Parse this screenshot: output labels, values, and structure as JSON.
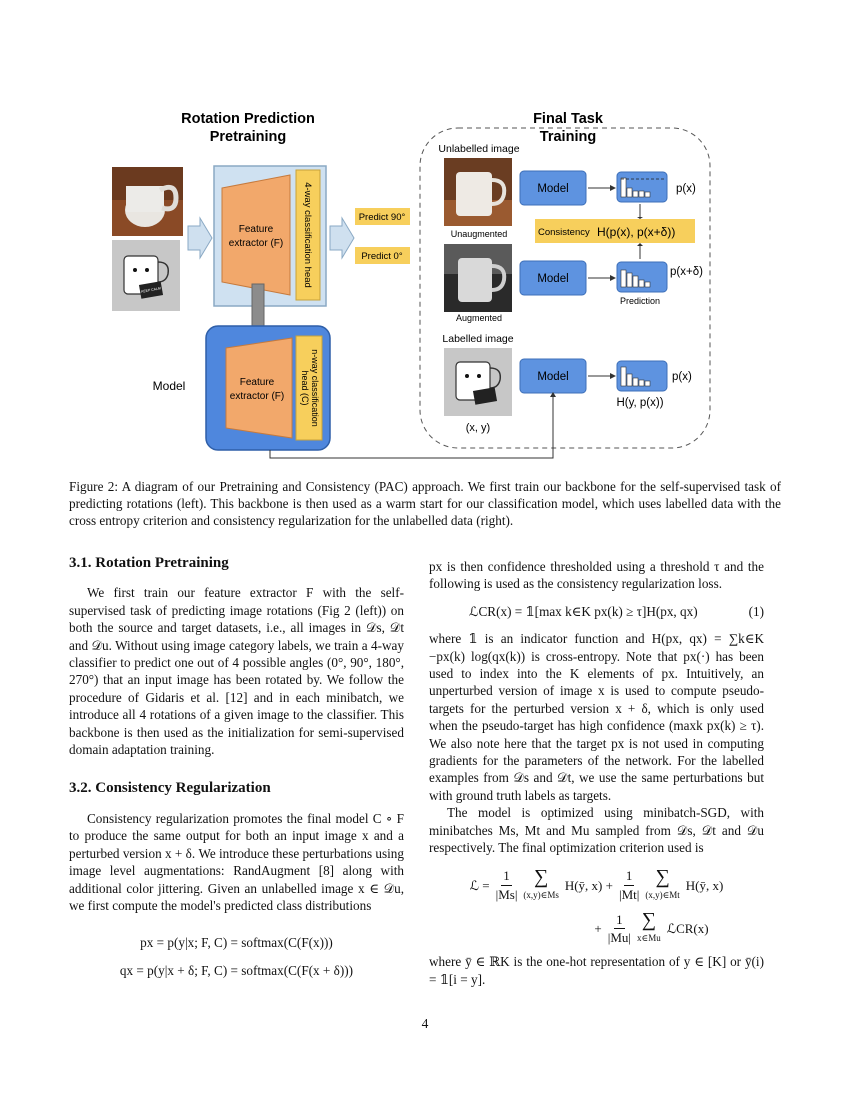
{
  "figure": {
    "left_title_line1": "Rotation Prediction",
    "left_title_line2": "Pretraining",
    "right_title_line1": "Final Task",
    "right_title_line2": "Training",
    "feature_extractor_top_line1": "Feature",
    "feature_extractor_top_line2": "extractor (F)",
    "four_way_head": "4-way classification head",
    "predict_90": "Predict 90°",
    "predict_0": "Predict 0°",
    "model_label": "Model",
    "feature_extractor_bottom_line1": "Feature",
    "feature_extractor_bottom_line2": "extractor (F)",
    "n_way_head_line1": "n-way classification",
    "n_way_head_line2": "head (C)",
    "unlabelled_image": "Unlabelled image",
    "unaugmented": "Unaugmented",
    "augmented": "Augmented",
    "labelled_image": "Labelled image",
    "xy": "(x, y)",
    "model_box_1": "Model",
    "model_box_2": "Model",
    "model_box_3": "Model",
    "consistency": "Consistency",
    "consistency_formula": "H(p(x), p(x+δ))",
    "px": "p(x)",
    "px_delta": "p(x+δ)",
    "prediction": "Prediction",
    "px_labelled": "p(x)",
    "hy_px": "H(y, p(x))",
    "mug_text": "KEEP CALM"
  },
  "caption": "Figure 2: A diagram of our Pretraining and Consistency (PAC) approach. We first train our backbone for the self-supervised task of predicting rotations (left). This backbone is then used as a warm start for our classification model, which uses labelled data with the cross entropy criterion and consistency regularization for the unlabelled data (right).",
  "left_column": {
    "heading1": "3.1. Rotation Pretraining",
    "para1": "We first train our feature extractor F with the self-supervised task of predicting image rotations (Fig 2 (left)) on both the source and target datasets, i.e., all images in 𝒟s, 𝒟t and 𝒟u. Without using image category labels, we train a 4-way classifier to predict one out of 4 possible angles (0°, 90°, 180°, 270°) that an input image has been rotated by. We follow the procedure of Gidaris et al. [12] and in each minibatch, we introduce all 4 rotations of a given image to the classifier. This backbone is then used as the initialization for semi-supervised domain adaptation training.",
    "heading2": "3.2. Consistency Regularization",
    "para2": "Consistency regularization promotes the final model C ∘ F to produce the same output for both an input image x and a perturbed version x + δ. We introduce these perturbations using image level augmentations: RandAugment [8] along with additional color jittering. Given an unlabelled image x ∈ 𝒟u, we first compute the model's predicted class distributions",
    "eq1": "px = p(y|x; F, C) = softmax(C(F(x)))",
    "eq2": "qx = p(y|x + δ; F, C) = softmax(C(F(x + δ)))"
  },
  "right_column": {
    "para1": "px is then confidence thresholded using a threshold τ and the following is used as the consistency regularization loss.",
    "eq_loss": "ℒCR(x) = 𝟙[max k∈K px(k) ≥ τ]H(px, qx)",
    "eq_loss_num": "(1)",
    "para2": "where 𝟙 is an indicator function and H(px, qx) = ∑k∈K −px(k) log(qx(k)) is cross-entropy. Note that px(·) has been used to index into the K elements of px. Intuitively, an unperturbed version of image x is used to compute pseudo-targets for the perturbed version x + δ, which is only used when the pseudo-target has high confidence (maxk px(k) ≥ τ). We also note here that the target px is not used in computing gradients for the parameters of the network. For the labelled examples from 𝒟s and 𝒟t, we use the same perturbations but with ground truth labels as targets.",
    "para3": "The model is optimized using minibatch-SGD, with minibatches Ms, Mt and Mu sampled from 𝒟s, 𝒟t and 𝒟u respectively. The final optimization criterion used is",
    "eq_final_lhs": "ℒ =",
    "eq_final_term1_num": "1",
    "eq_final_term1_den": "|Ms|",
    "eq_final_sum1": "(x,y)∈Ms",
    "eq_final_term1_body": "H(ȳ, x) +",
    "eq_final_term2_num": "1",
    "eq_final_term2_den": "|Mt|",
    "eq_final_sum2": "(x,y)∈Mt",
    "eq_final_term2_body": "H(ȳ, x)",
    "eq_final_plus": "+",
    "eq_final_term3_num": "1",
    "eq_final_term3_den": "|Mu|",
    "eq_final_sum3": "x∈Mu",
    "eq_final_term3_body": "ℒCR(x)",
    "para4": "where ȳ ∈ ℝK is the one-hot representation of y ∈ [K] or ȳ(i) = 𝟙[i = y]."
  },
  "page_number": "4"
}
